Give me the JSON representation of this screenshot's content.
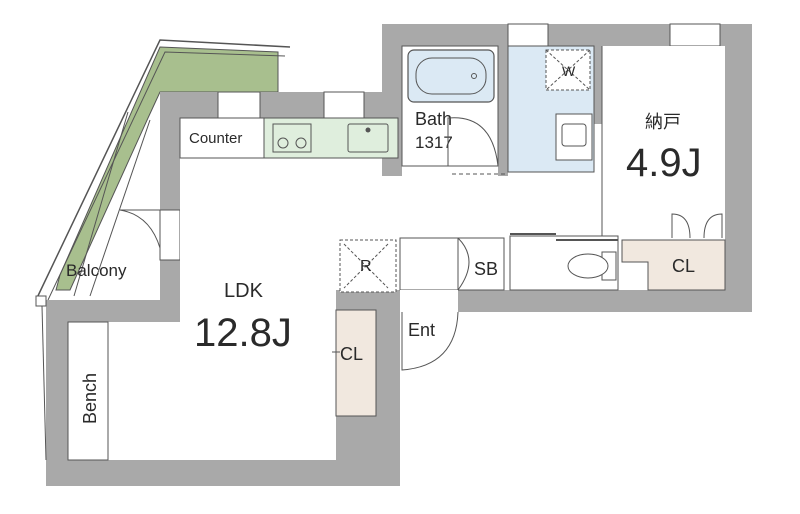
{
  "rooms": {
    "ldk": {
      "name": "LDK",
      "size": "12.8J"
    },
    "storage": {
      "name": "納戸",
      "size": "4.9J"
    },
    "bath": {
      "name": "Bath",
      "size": "1317"
    },
    "counter": {
      "name": "Counter"
    },
    "balcony": {
      "name": "Balcony"
    },
    "bench": {
      "name": "Bench"
    },
    "entrance": {
      "name": "Ent"
    },
    "shoe_box": {
      "name": "SB"
    },
    "closet_storage": {
      "name": "CL"
    },
    "closet_ldk": {
      "name": "CL"
    }
  },
  "symbols": {
    "washer": "W",
    "fridge": "R"
  },
  "colors": {
    "wall": "#a9a9a9",
    "balcony_green": "#a8bf8e",
    "kitchen_green": "#dfeedd",
    "bath_blue": "#dbe9f4",
    "closet_beige": "#f1e8df",
    "line": "#444444"
  }
}
